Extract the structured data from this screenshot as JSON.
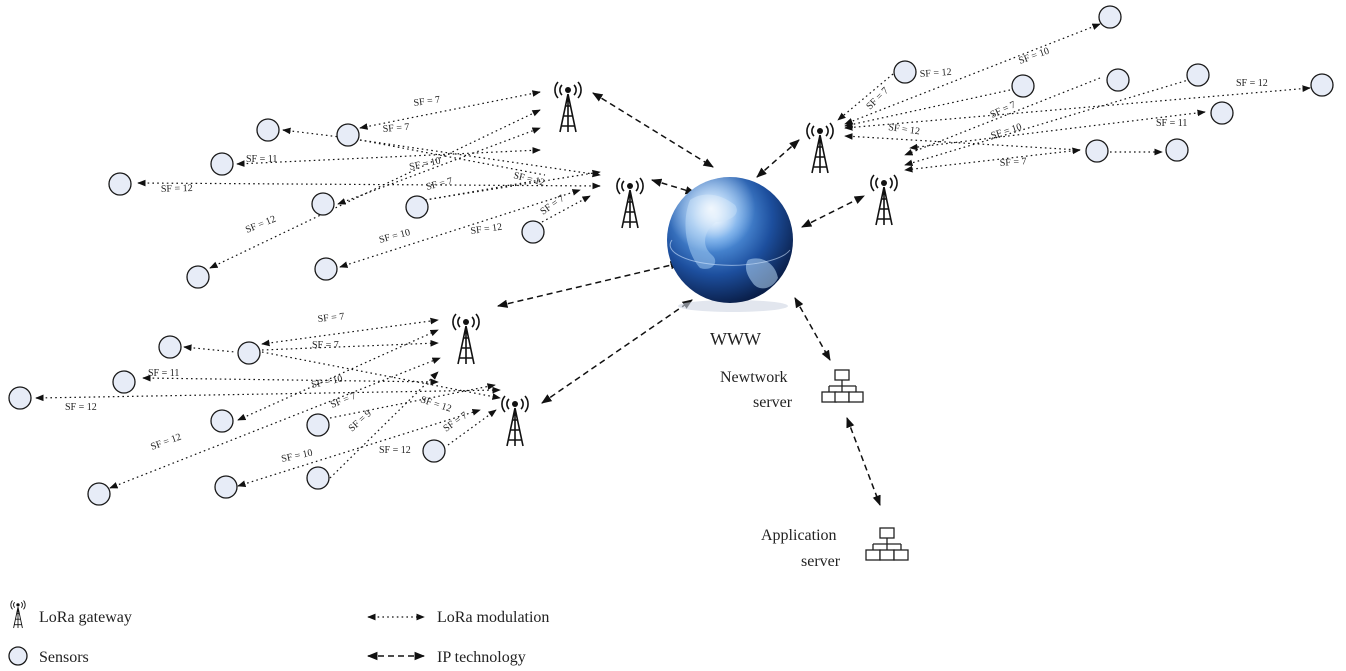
{
  "labels": {
    "www": "WWW",
    "network_server_line1": "Newtwork",
    "network_server_line2": "server",
    "application_server_line1": "Application",
    "application_server_line2": "server"
  },
  "legend": {
    "gateway": "LoRa gateway",
    "sensors": "Sensors",
    "lora_modulation": "LoRa modulation",
    "ip_technology": "IP technology"
  },
  "sf_labels": {
    "g1a": "SF = 7",
    "g1b": "SF = 7",
    "g1c": "SF = 11",
    "g1d": "SF = 10",
    "g1e": "SF = 12",
    "g1f": "SF = 7",
    "g1g": "SF = 12",
    "g1h": "SF = 12",
    "g1i": "SF = 7",
    "g1j": "SF = 10",
    "g1k": "SF = 12",
    "g2a": "SF = 7",
    "g2b": "SF = 7",
    "g2c": "SF = 11",
    "g2d": "SF = 10",
    "g2e": "SF = 12",
    "g2f": "SF = 7",
    "g2g": "SF = 12",
    "g2h": "SF = 12",
    "g2i": "SF = 9",
    "g2j": "SF = 7",
    "g2k": "SF = 10",
    "g2l": "SF = 12",
    "g3a": "SF = 12",
    "g3b": "SF = 10",
    "g3c": "SF = 7",
    "g3d": "SF = 12",
    "g3e": "SF = 7",
    "g3f": "SF = 12",
    "g3g": "SF = 10",
    "g3h": "SF = 11",
    "g3i": "SF = 7"
  }
}
